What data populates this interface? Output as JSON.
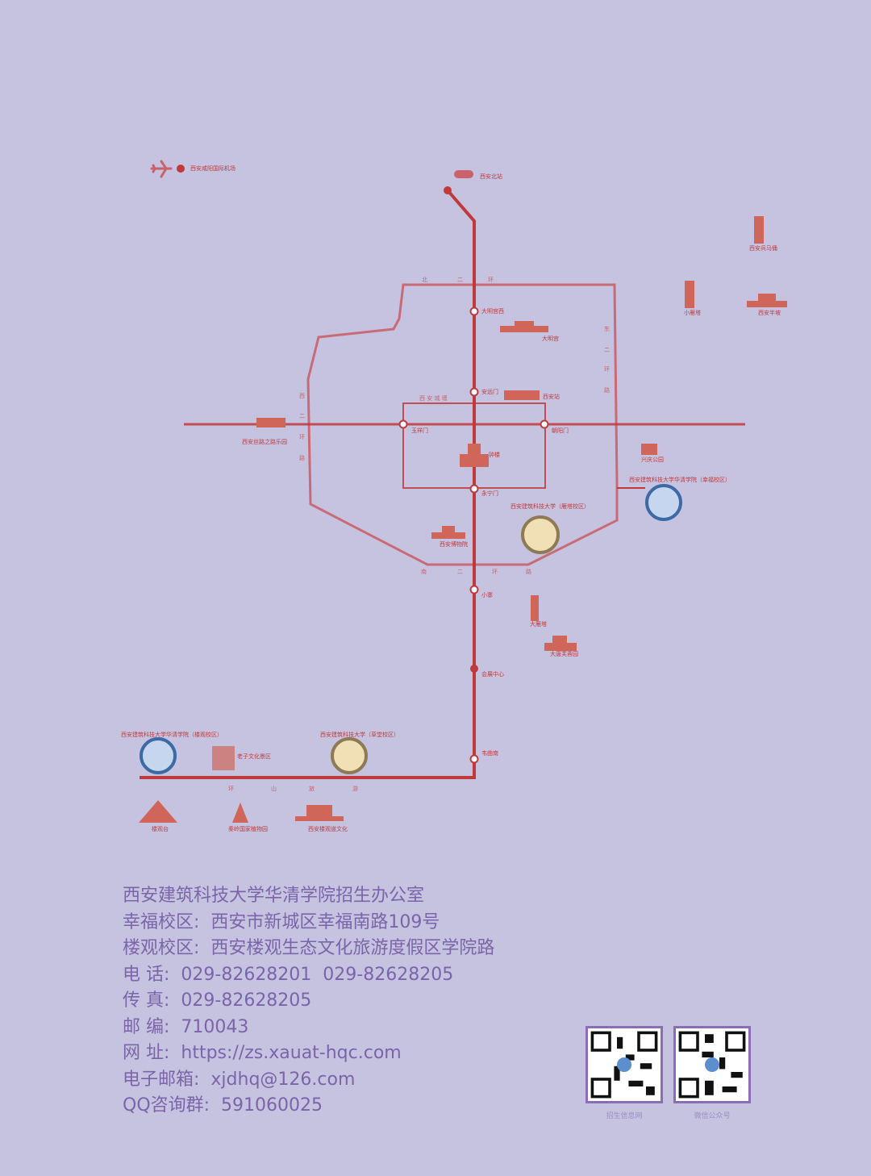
{
  "map": {
    "line_color": "#c0393b",
    "ring_color": "#c9626a",
    "airport": "西安咸阳国际机场",
    "north_station": "西安北站",
    "stations": [
      "大明宫西",
      "安远门",
      "玉祥门",
      "朝阳门",
      "永宁门",
      "小寨",
      "会展中心",
      "韦曲南"
    ],
    "roads": {
      "north": [
        "北",
        "二",
        "环"
      ],
      "east": [
        "东",
        "二",
        "环",
        "路"
      ],
      "west": [
        "西",
        "二",
        "环",
        "路"
      ],
      "south": [
        "南",
        "二",
        "环",
        "路"
      ],
      "city_wall": "西 安 城 墙",
      "bottom": [
        "环",
        "山",
        "旅",
        "游"
      ]
    },
    "landmarks": [
      "大明宫",
      "西安站",
      "钟楼",
      "西安丝路之路乐园",
      "西安博物院",
      "大雁塔",
      "大唐芙蓉园",
      "兴庆公园",
      "西安兵马俑",
      "小雁塔",
      "西安半坡",
      "楼观台",
      "老子文化景区",
      "秦岭国家植物园",
      "西安楼观道文化"
    ],
    "campuses": [
      "西安建筑科技大学（雁塔校区）",
      "西安建筑科技大学华清学院（幸福校区）",
      "西安建筑科技大学华清学院（楼观校区）",
      "西安建筑科技大学（草堂校区）"
    ]
  },
  "contact": {
    "office": "西安建筑科技大学华清学院招生办公室",
    "lines": [
      "幸福校区:  西安市新城区幸福南路109号",
      "楼观校区:  西安楼观生态文化旅游度假区学院路",
      "电 话:  029-82628201  029-82628205",
      "传 真:  029-82628205",
      "邮 编:  710043",
      "网 址:  https://zs.xauat-hqc.com",
      "电子邮箱:  xjdhq@126.com",
      "QQ咨询群:  591060025"
    ]
  },
  "qr": [
    {
      "caption": "招生信息网"
    },
    {
      "caption": "微信公众号"
    }
  ]
}
